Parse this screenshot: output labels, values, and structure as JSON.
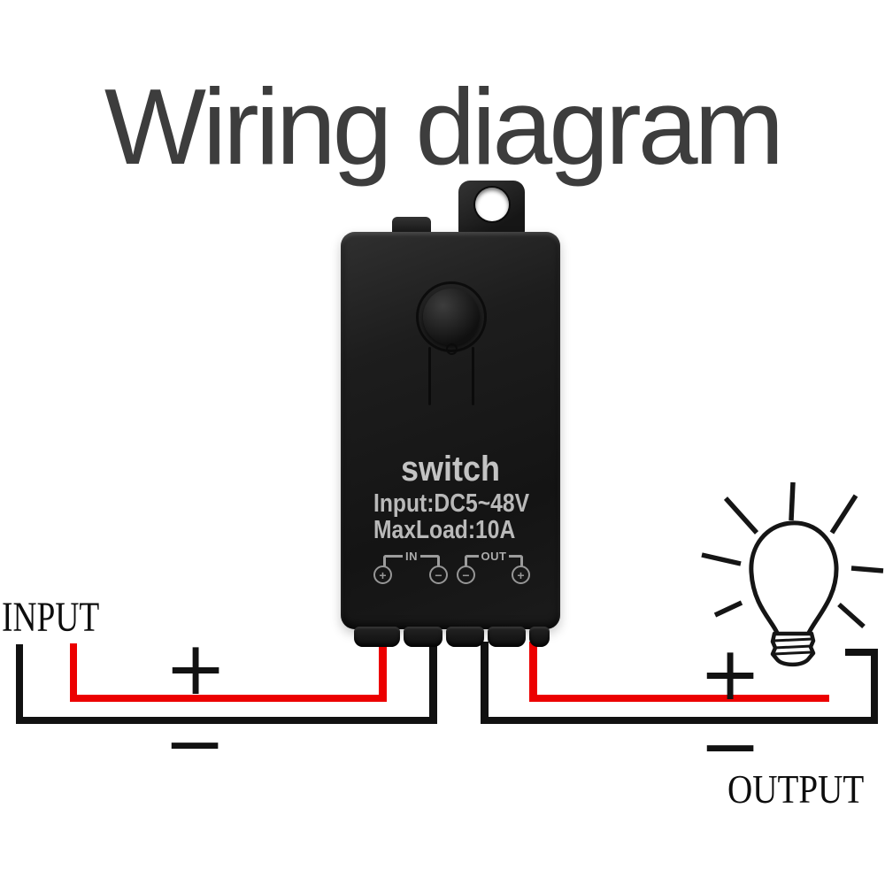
{
  "title": "Wiring diagram",
  "module": {
    "name": "switch",
    "spec1": "Input:DC5~48V",
    "spec2": "MaxLoad:10A",
    "in_label": "IN",
    "out_label": "OUT",
    "screws": {
      "in_left": "+",
      "in_right": "−",
      "out_left": "−",
      "out_right": "+"
    }
  },
  "input": {
    "label": "INPUT",
    "plus": "+",
    "minus": "−"
  },
  "output": {
    "label": "OUTPUT",
    "plus": "+",
    "minus": "−"
  },
  "colors": {
    "wire_red": "#ec0000",
    "wire_black": "#111111",
    "title_gray": "#3d3d3d",
    "module_body": "#1b1b1b",
    "module_text": "#bdbdbd"
  },
  "icons": {
    "bulb": "light-bulb-icon",
    "tab": "mounting-tab",
    "button": "round-push-button"
  }
}
